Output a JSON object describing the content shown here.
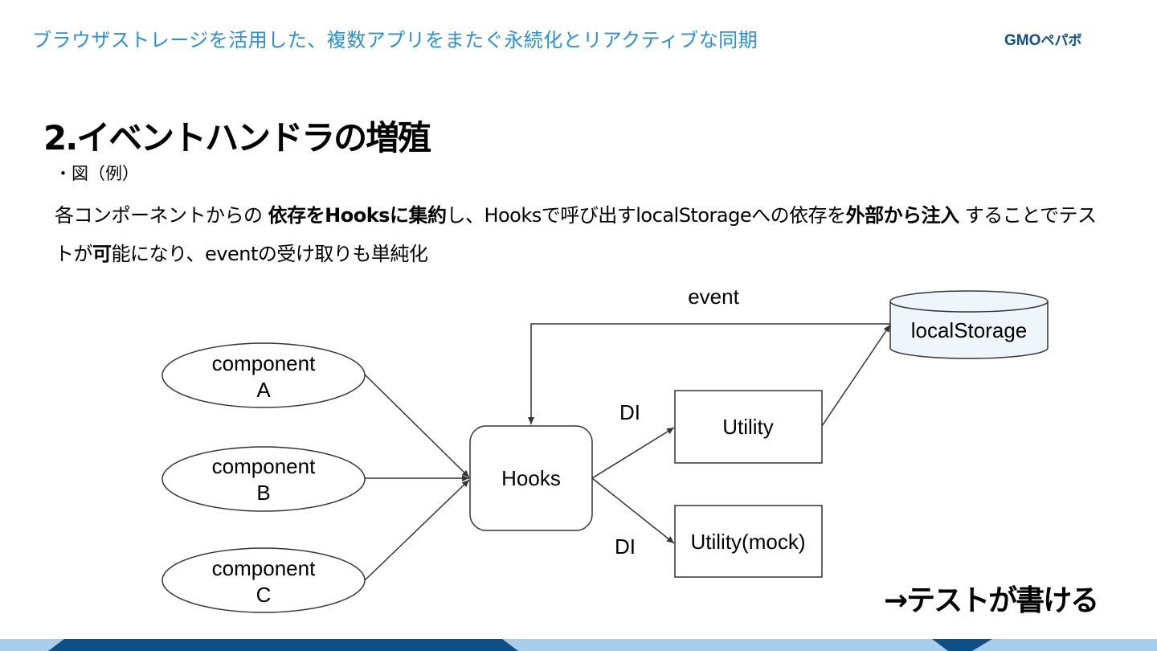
{
  "header": {
    "title": "ブラウザストレージを活用した、複数アプリをまたぐ永続化とリアクティブな同期",
    "logo_text": "GMO",
    "logo_kana": "ペパボ"
  },
  "slide": {
    "title": "2.イベントハンドラの増殖",
    "bullet": "・図（例）",
    "paragraph": {
      "p1": "各コンポーネントからの ",
      "b1": "依存をHooksに集約",
      "p2": "し、Hooksで呼び出すlocalStorageへの依存を",
      "b2": "外部から注入",
      "p3": " することでテストが",
      "b3": "可",
      "p4": "能になり、eventの受け取りも単純化"
    },
    "conclusion": "→テストが書ける"
  },
  "diagram": {
    "nodes": {
      "component_a": [
        "component",
        "A"
      ],
      "component_b": [
        "component",
        "B"
      ],
      "component_c": [
        "component",
        "C"
      ],
      "hooks": "Hooks",
      "utility": "Utility",
      "utility_mock": "Utility(mock)",
      "local_storage": "localStorage"
    },
    "labels": {
      "event": "event",
      "di_1": "DI",
      "di_2": "DI"
    }
  },
  "colors": {
    "header_text": "#2a8fd8",
    "logo": "#0e4f8c",
    "storage_fill": "#eef6fb",
    "footer_dark": "#0d4f86",
    "footer_light": "#a9cdec"
  }
}
